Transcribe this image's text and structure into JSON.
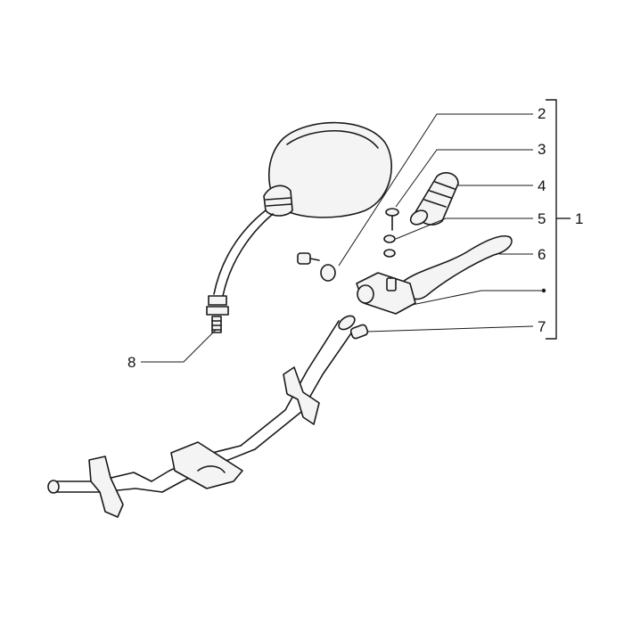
{
  "callouts": {
    "c1": "1",
    "c2": "2",
    "c3": "3",
    "c4": "4",
    "c5": "5",
    "c6": "6",
    "c7": "7",
    "c8": "8"
  },
  "colors": {
    "line": "#1a1a1a",
    "shade": "#f4f4f4",
    "background": "#ffffff"
  }
}
